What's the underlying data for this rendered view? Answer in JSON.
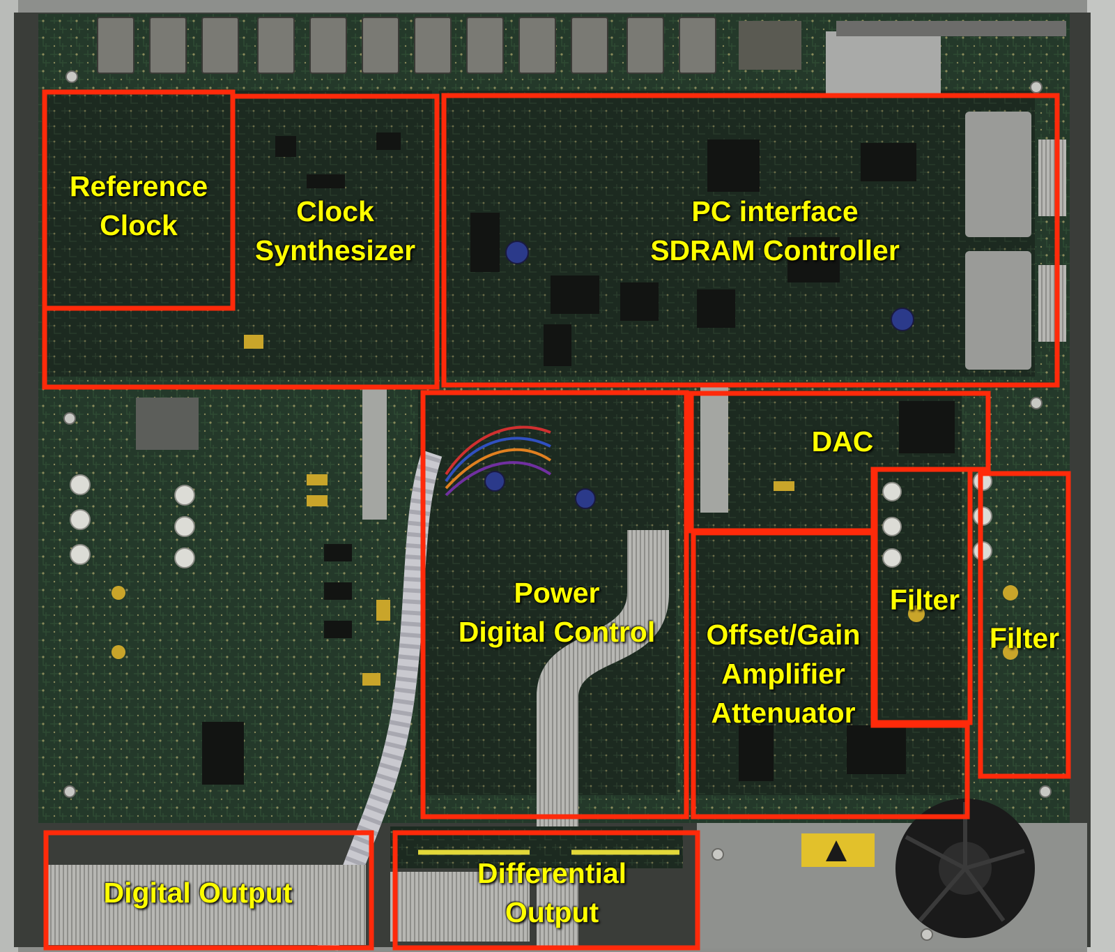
{
  "regions": [
    {
      "id": "reference-clock",
      "lines": [
        "Reference",
        "Clock"
      ]
    },
    {
      "id": "clock-synthesizer",
      "lines": [
        "Clock",
        "Synthesizer"
      ]
    },
    {
      "id": "pc-interface",
      "lines": [
        "PC interface",
        "SDRAM Controller"
      ]
    },
    {
      "id": "dac",
      "lines": [
        "DAC"
      ]
    },
    {
      "id": "power-digital-control",
      "lines": [
        "Power",
        "Digital Control"
      ]
    },
    {
      "id": "offset-gain",
      "lines": [
        "Offset/Gain",
        "Amplifier",
        "Attenuator"
      ]
    },
    {
      "id": "filter-1",
      "lines": [
        "Filter"
      ]
    },
    {
      "id": "filter-2",
      "lines": [
        "Filter"
      ]
    },
    {
      "id": "digital-output",
      "lines": [
        "Digital Output"
      ]
    },
    {
      "id": "differential-output",
      "lines": [
        "Differential",
        "Output"
      ]
    }
  ],
  "colors": {
    "box_outline": "#ff2a0a",
    "label_text": "#ffff00",
    "pcb_green": "#27402a",
    "chassis": "#8d8f8c"
  }
}
